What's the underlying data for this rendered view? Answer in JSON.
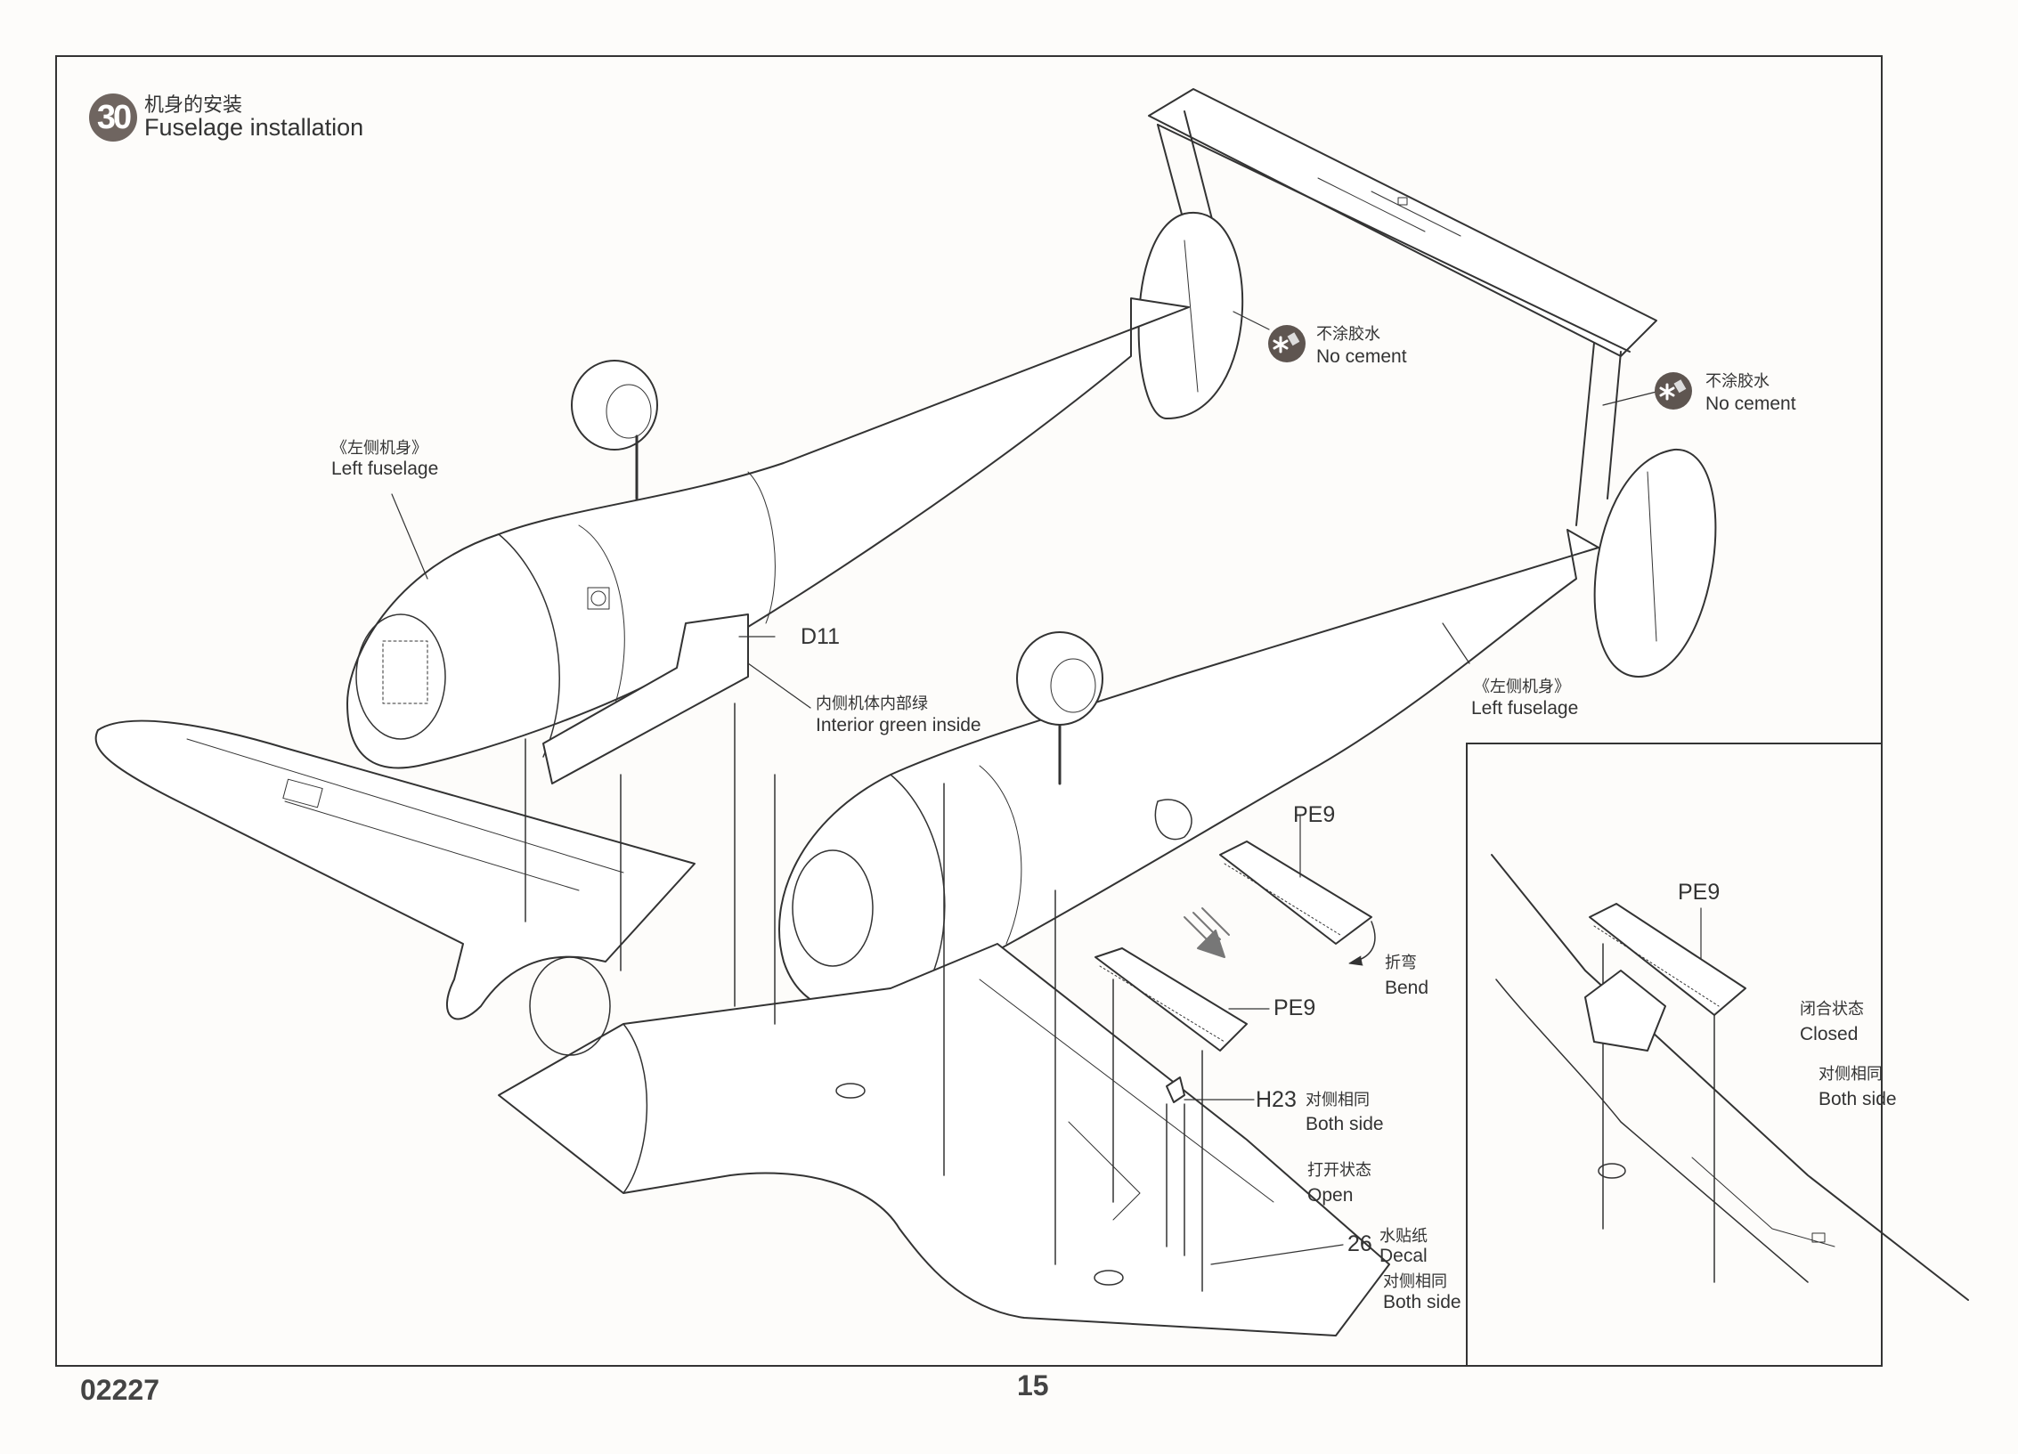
{
  "step": {
    "number": "30",
    "title_cn": "机身的安装",
    "title_en": "Fuselage installation"
  },
  "labels": {
    "left_fuselage_upper": {
      "cn": "《左侧机身》",
      "en": "Left fuselage"
    },
    "left_fuselage_lower": {
      "cn": "《左侧机身》",
      "en": "Left fuselage"
    },
    "no_cement_1": {
      "cn": "不涂胶水",
      "en": "No cement",
      "icon": "no-cement-icon"
    },
    "no_cement_2": {
      "cn": "不涂胶水",
      "en": "No cement",
      "icon": "no-cement-icon"
    },
    "d11": "D11",
    "interior": {
      "cn": "内侧机体内部绿",
      "en": "Interior green inside"
    },
    "pe9_bend": "PE9",
    "bend": {
      "cn": "折弯",
      "en": "Bend"
    },
    "pe9_open": "PE9",
    "h23": "H23",
    "h23_note": {
      "cn": "对侧相同",
      "en": "Both side"
    },
    "open": {
      "cn": "打开状态",
      "en": "Open"
    },
    "decal_num": "26",
    "decal": {
      "cn": "水贴纸",
      "en": "Decal"
    },
    "decal_note": {
      "cn": "对侧相同",
      "en": "Both side"
    }
  },
  "inset": {
    "pe9": "PE9",
    "closed": {
      "cn": "闭合状态",
      "en": "Closed"
    },
    "both_side": {
      "cn": "对侧相同",
      "en": "Both side"
    }
  },
  "footer": {
    "product_code": "02227",
    "page_number": "15"
  },
  "colors": {
    "badge": "#6f6560",
    "line": "#333333",
    "paper": "#fdfcfa"
  }
}
